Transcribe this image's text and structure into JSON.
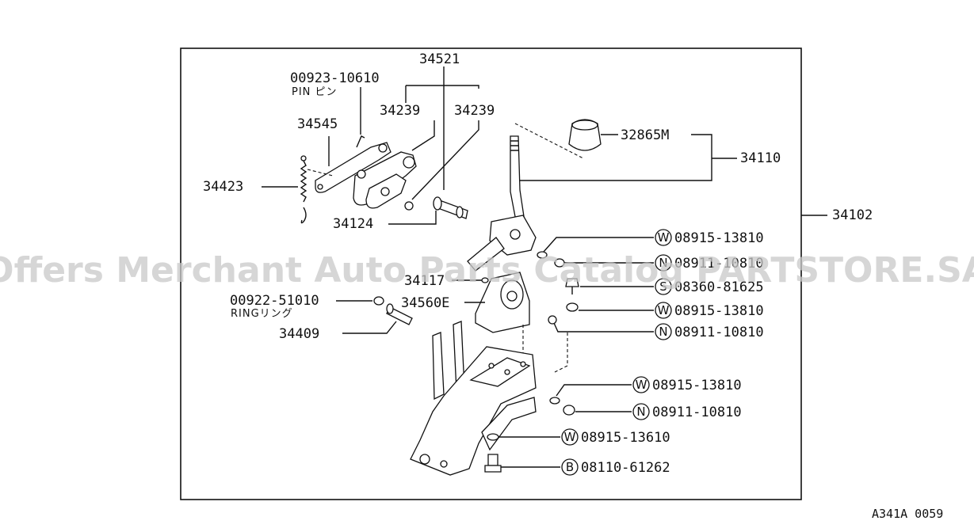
{
  "labels": {
    "p34521": "34521",
    "p00923": "00923-10610",
    "pin": "PIN ピン",
    "p34239a": "34239",
    "p34239b": "34239",
    "p34545": "34545",
    "p34423": "34423",
    "p34124": "34124",
    "p32865M": "32865M",
    "p34110": "34110",
    "p34102": "34102",
    "w1": "08915-13810",
    "n1": "08911-10810",
    "s1": "08360-81625",
    "w2": "08915-13810",
    "n2": "08911-10810",
    "p34117": "34117",
    "p34560E": "34560E",
    "p00922": "00922-51010",
    "ring": "RINGリング",
    "p34409": "34409",
    "w3": "08915-13810",
    "n3": "08911-10810",
    "w4": "08915-13610",
    "b1": "08110-61262"
  },
  "letters": {
    "w": "W",
    "n": "N",
    "s": "S",
    "b": "B"
  },
  "watermark": "Offers Merchant Auto Parts Catalog PARTSTORE.SA",
  "corner_code": "A341A 0059"
}
